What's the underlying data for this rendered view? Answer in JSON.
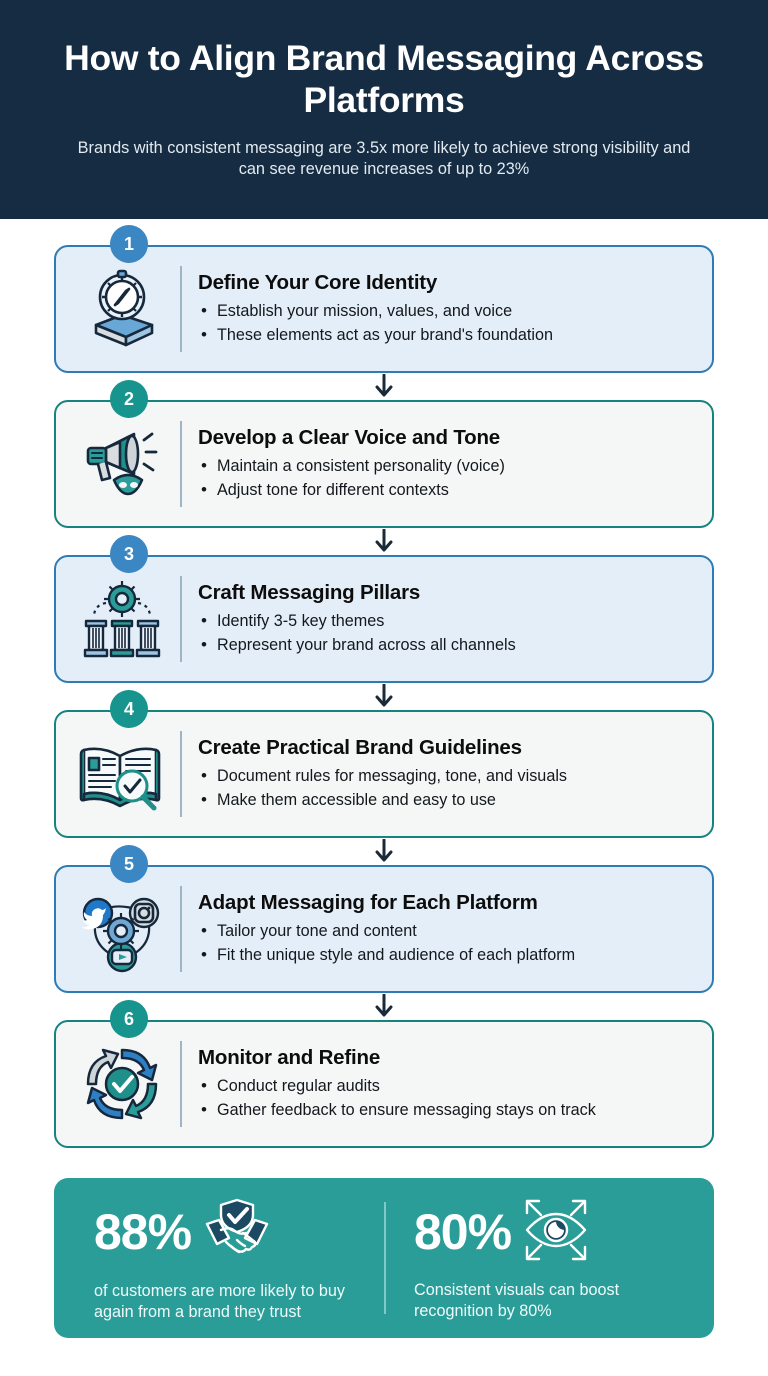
{
  "header": {
    "title": "How to Align Brand Messaging Across Platforms",
    "subtitle": "Brands with consistent messaging are 3.5x more likely to achieve strong visibility and can see revenue increases of up to 23%"
  },
  "colors": {
    "header_bg": "#152c42",
    "blue_card_bg": "#e4eef8",
    "blue_card_border": "#2e7bb5",
    "teal_card_bg": "#f4f7f6",
    "teal_card_border": "#17837f",
    "badge_blue": "#3a87c4",
    "badge_teal": "#17948d",
    "stats_bg": "#2a9d99",
    "arrow": "#1b2a38"
  },
  "steps": [
    {
      "number": "1",
      "theme": "blue",
      "icon": "compass-on-box-icon",
      "title": "Define Your Core Identity",
      "bullets": [
        "Establish your mission, values, and voice",
        "These elements act as your brand's foundation"
      ]
    },
    {
      "number": "2",
      "theme": "teal",
      "icon": "megaphone-mask-icon",
      "title": "Develop a Clear Voice and Tone",
      "bullets": [
        "Maintain a consistent personality (voice)",
        "Adjust tone for different contexts"
      ]
    },
    {
      "number": "3",
      "theme": "blue",
      "icon": "pillars-gear-icon",
      "title": "Craft Messaging Pillars",
      "bullets": [
        "Identify 3-5 key themes",
        "Represent your brand across all channels"
      ]
    },
    {
      "number": "4",
      "theme": "teal",
      "icon": "book-magnifier-check-icon",
      "title": "Create Practical Brand Guidelines",
      "bullets": [
        "Document rules for messaging, tone, and visuals",
        "Make them accessible and easy to use"
      ]
    },
    {
      "number": "5",
      "theme": "blue",
      "icon": "social-platforms-gear-icon",
      "title": "Adapt Messaging for Each Platform",
      "bullets": [
        "Tailor your tone and content",
        "Fit the unique style and audience of each platform"
      ]
    },
    {
      "number": "6",
      "theme": "teal",
      "icon": "refresh-cycle-check-icon",
      "title": "Monitor and Refine",
      "bullets": [
        "Conduct regular audits",
        "Gather feedback to ensure messaging stays on track"
      ]
    }
  ],
  "stats": [
    {
      "value": "88%",
      "icon": "handshake-shield-check-icon",
      "description": "of customers are more likely to buy again from a brand they trust"
    },
    {
      "value": "80%",
      "icon": "eye-expand-icon",
      "description": "Consistent visuals can boost recognition by 80%"
    }
  ]
}
